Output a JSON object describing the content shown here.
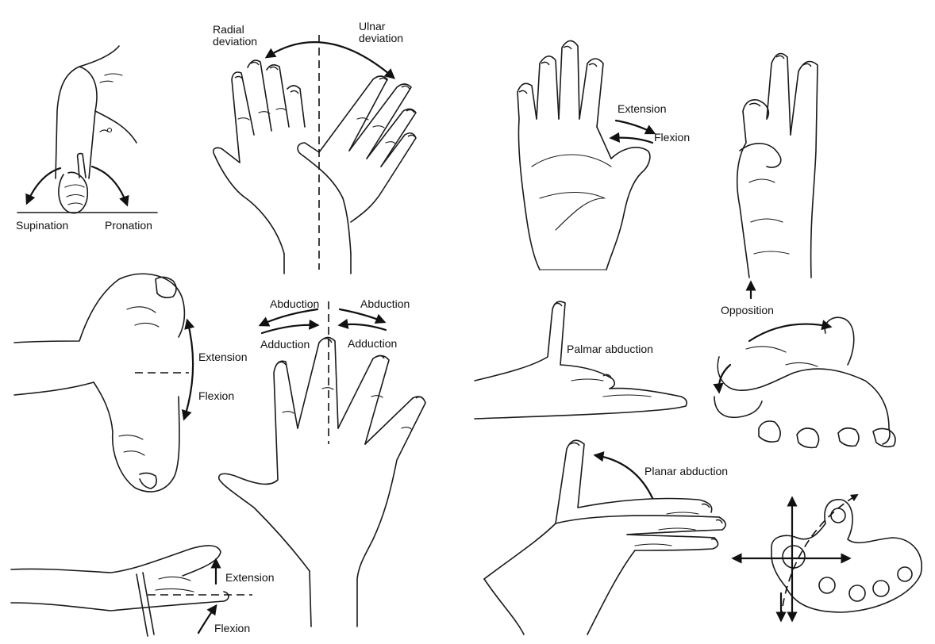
{
  "labels": {
    "radial_deviation": [
      "Radial",
      "deviation"
    ],
    "ulnar_deviation": [
      "Ulnar",
      "deviation"
    ],
    "supination": "Supination",
    "pronation": "Pronation",
    "wrist_extension": "Extension",
    "wrist_flexion": "Flexion",
    "abduction_left": "Abduction",
    "abduction_right": "Abduction",
    "adduction_left": "Adduction",
    "adduction_right": "Adduction",
    "finger_extension": "Extension",
    "finger_flexion": "Flexion",
    "thumb_extension": "Extension",
    "thumb_flexion": "Flexion",
    "opposition": "Opposition",
    "palmar_abduction": "Palmar abduction",
    "planar_abduction": "Planar abduction"
  },
  "colors": {
    "ink": "#1a1a1a",
    "background": "#ffffff"
  }
}
